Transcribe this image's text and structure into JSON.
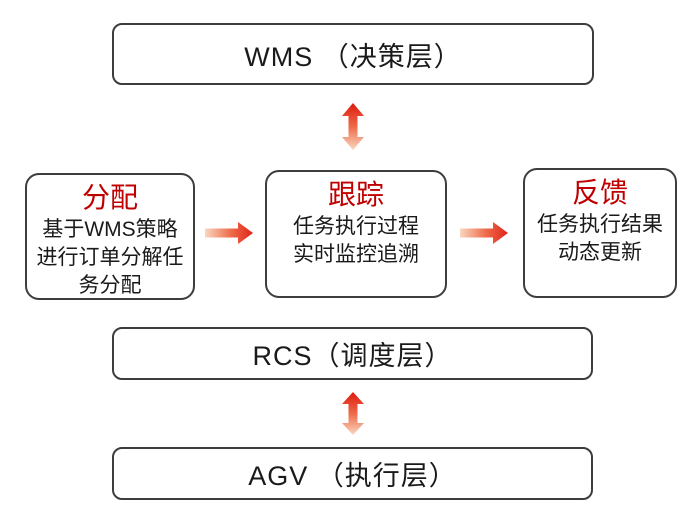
{
  "diagram": {
    "layers": {
      "wms": {
        "label": "WMS （决策层）"
      },
      "rcs": {
        "label": "RCS（调度层）"
      },
      "agv": {
        "label": "AGV （执行层）"
      }
    },
    "process_boxes": [
      {
        "title": "分配",
        "lines": [
          "基于WMS策略",
          "进行订单分解任",
          "务分配"
        ]
      },
      {
        "title": "跟踪",
        "lines": [
          "任务执行过程",
          "实时监控追溯"
        ]
      },
      {
        "title": "反馈",
        "lines": [
          "任务执行结果",
          "动态更新"
        ]
      }
    ],
    "arrows": [
      {
        "name": "wms-rcs-double-arrow",
        "type": "vertical-double"
      },
      {
        "name": "alloc-to-track-arrow",
        "type": "right"
      },
      {
        "name": "track-to-feedback-arrow",
        "type": "right"
      },
      {
        "name": "rcs-agv-double-arrow",
        "type": "vertical-double"
      }
    ],
    "colors": {
      "title_red": "#c00000",
      "arrow_dark_red": "#dd1a10",
      "arrow_mid": "#ee6a48",
      "arrow_light": "#f9d7c0",
      "box_border": "#3d3d3d",
      "text": "#1a1a1a"
    }
  }
}
